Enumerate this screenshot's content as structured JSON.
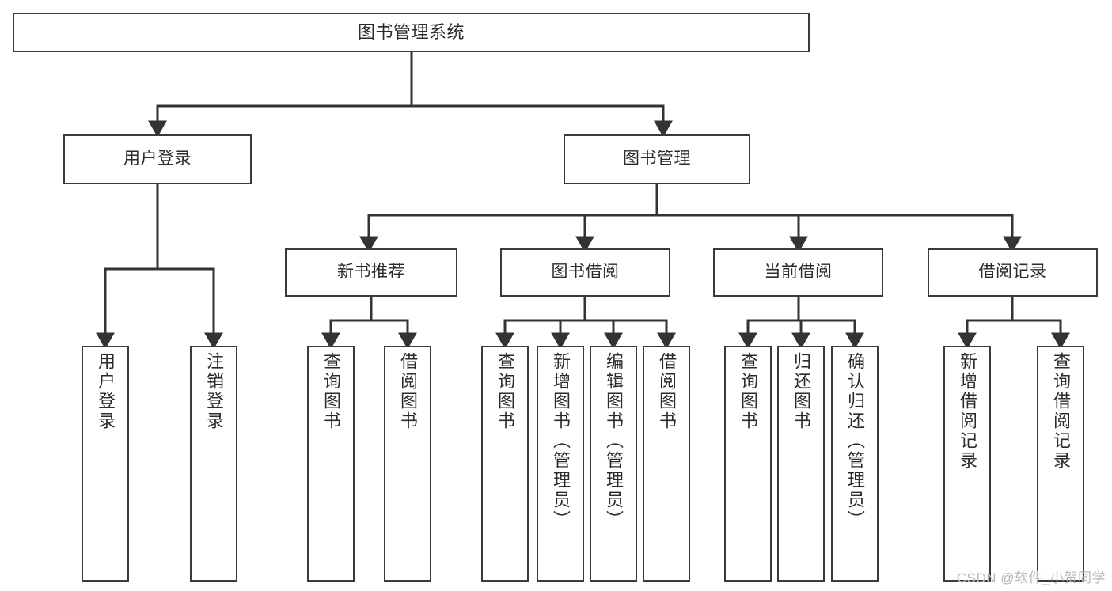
{
  "diagram": {
    "title": "图书管理系统",
    "watermark": "CSDN @软件_小贺同学",
    "colors": {
      "box_border": "#3a3a3a",
      "connector": "#333333",
      "text": "#2b2b2b",
      "background": "#ffffff",
      "watermark": "#b8b8b8"
    },
    "levels": {
      "root": {
        "label": "图书管理系统"
      },
      "level1": [
        {
          "label": "用户登录"
        },
        {
          "label": "图书管理"
        }
      ],
      "level2": [
        {
          "label": "新书推荐"
        },
        {
          "label": "图书借阅"
        },
        {
          "label": "当前借阅"
        },
        {
          "label": "借阅记录"
        }
      ],
      "leaves": {
        "user_login": [
          {
            "label": "用户登录"
          },
          {
            "label": "注销登录"
          }
        ],
        "new_book_recommend": [
          {
            "label": "查询图书"
          },
          {
            "label": "借阅图书"
          }
        ],
        "book_borrow": [
          {
            "label": "查询图书"
          },
          {
            "label": "新增图书（管理员）"
          },
          {
            "label": "编辑图书（管理员）"
          },
          {
            "label": "借阅图书"
          }
        ],
        "current_borrow": [
          {
            "label": "查询图书"
          },
          {
            "label": "归还图书"
          },
          {
            "label": "确认归还（管理员）"
          }
        ],
        "borrow_record": [
          {
            "label": "新增借阅记录"
          },
          {
            "label": "查询借阅记录"
          }
        ]
      }
    }
  }
}
